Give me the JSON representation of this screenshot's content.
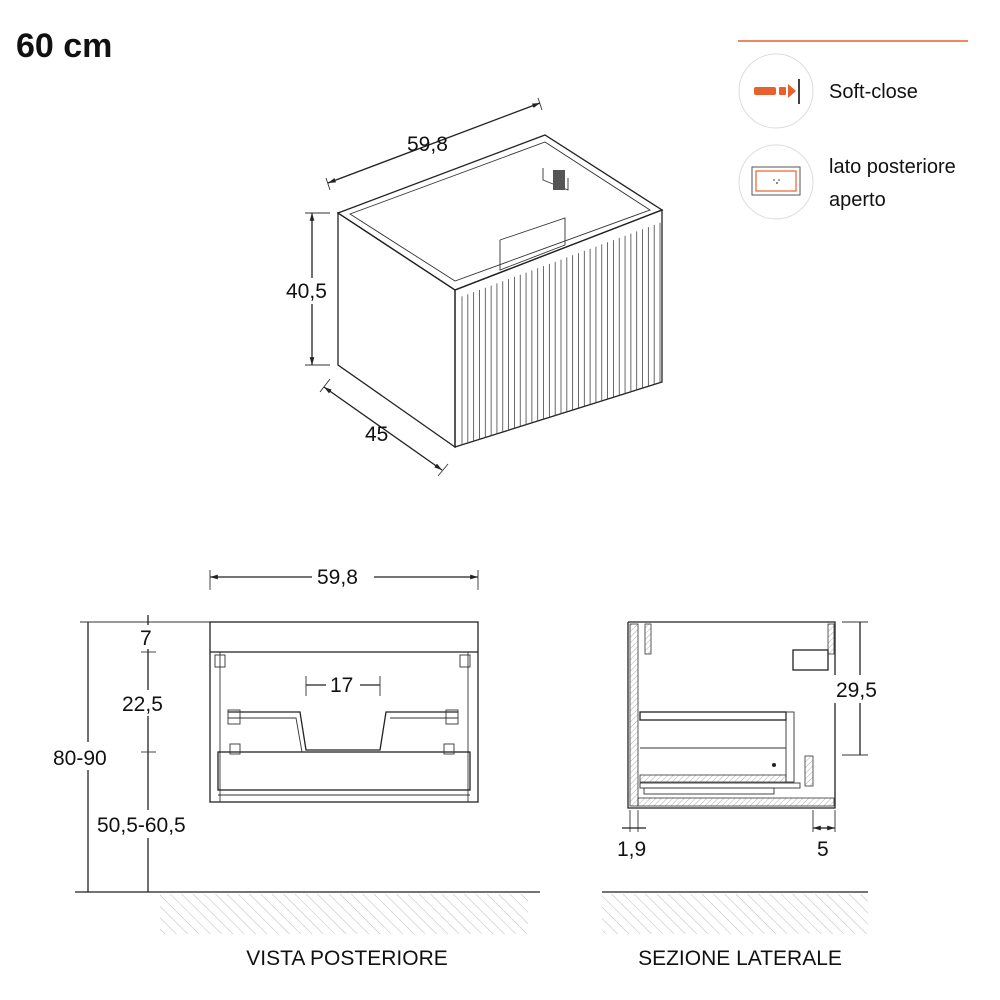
{
  "title": "60 cm",
  "legend": {
    "accent_color": "#e8602c",
    "items": [
      {
        "icon": "soft-close-icon",
        "label": "Soft-close"
      },
      {
        "icon": "open-back-icon",
        "label_line1": "lato posteriore",
        "label_line2": "aperto"
      }
    ]
  },
  "iso_view": {
    "width": "59,8",
    "height": "40,5",
    "depth": "45"
  },
  "rear_view": {
    "title": "VISTA POSTERIORE",
    "width": "59,8",
    "opening": "17",
    "top": "7",
    "middle": "22,5",
    "floor_height": "50,5-60,5",
    "total_height": "80-90"
  },
  "side_section": {
    "title": "SEZIONE LATERALE",
    "height": "29,5",
    "back_thickness": "1,9",
    "front_offset": "5"
  }
}
